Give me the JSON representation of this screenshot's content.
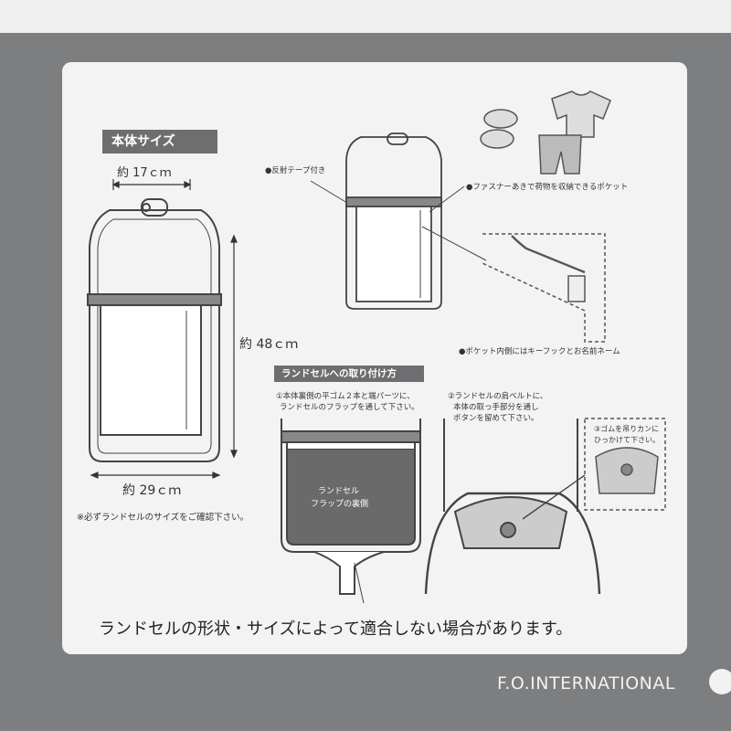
{
  "panel": {
    "size_header": "本体サイズ",
    "width_top": "約 17ｃｍ",
    "height": "約 48ｃｍ",
    "width_bottom": "約 29ｃｍ",
    "size_note": "※必ずランドセルのサイズをご確認下さい。",
    "callout_reflective": "●反射テープ付き",
    "callout_pocket": "●ファスナーあきで荷物を収納できるポケット",
    "callout_hook": "●ポケット内側にはキーフックとお名前ネーム",
    "attach_header": "ランドセルへの取り付け方",
    "step1_line1": "①本体裏側の平ゴム２本と端パーツに、",
    "step1_line2": "ランドセルのフラップを通して下さい。",
    "step2_line1": "②ランドセルの肩ベルトに、",
    "step2_line2": "本体の取っ手部分を通し",
    "step2_line3": "ボタンを留めて下さい。",
    "step3_line1": "③ゴムを吊りカンに",
    "step3_line2": "ひっかけて下さい。",
    "flap_label_1": "ランドセル",
    "flap_label_2": "フラップの裏側",
    "warning": "ランドセルの形状・サイズによって適合しない場合があります。"
  },
  "brand": "F.O.INTERNATIONAL",
  "colors": {
    "box_gray": "#7d7e80",
    "panel": "#f3f3f3",
    "header_gray": "#6d6e70",
    "line": "#444444"
  }
}
